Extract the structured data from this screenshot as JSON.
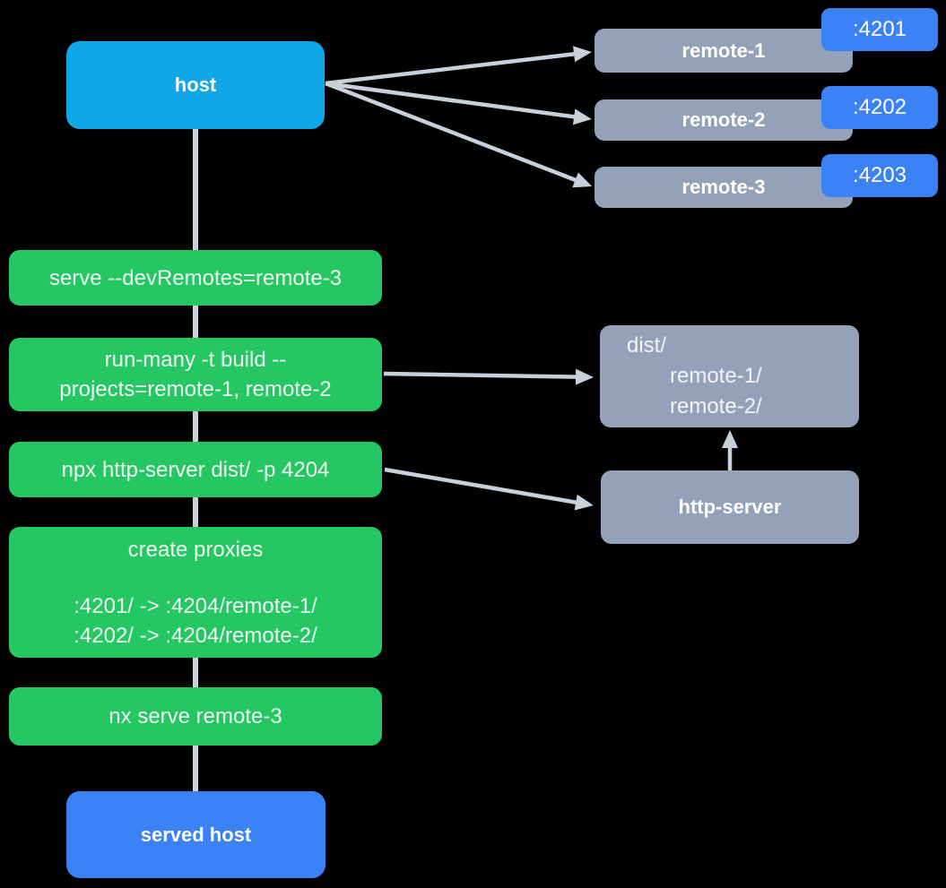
{
  "diagram": {
    "host": {
      "label": "host"
    },
    "remotes": [
      {
        "label": "remote-1",
        "port": ":4201"
      },
      {
        "label": "remote-2",
        "port": ":4202"
      },
      {
        "label": "remote-3",
        "port": ":4203"
      }
    ],
    "steps": [
      {
        "lines": [
          "serve --devRemotes=remote-3"
        ]
      },
      {
        "lines": [
          "run-many -t build --",
          "projects=remote-1, remote-2"
        ]
      },
      {
        "lines": [
          "npx http-server dist/ -p 4204"
        ]
      },
      {
        "title": "create proxies",
        "rules": [
          ":4201/ -> :4204/remote-1/",
          ":4202/ -> :4204/remote-2/"
        ]
      },
      {
        "lines": [
          "nx serve remote-3"
        ]
      }
    ],
    "dist": {
      "root": "dist/",
      "children": [
        "remote-1/",
        "remote-2/"
      ]
    },
    "http_server": {
      "label": "http-server"
    },
    "served_host": {
      "label": "served host"
    },
    "colors": {
      "host": "#10a7e8",
      "step_green": "#25c763",
      "remote_slate": "#93a2b8",
      "port_blue": "#3b82f6",
      "edge_gray": "#c8d0dc",
      "background": "#000000"
    }
  }
}
